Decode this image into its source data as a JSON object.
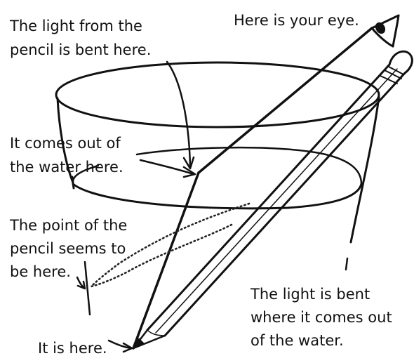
{
  "labels": {
    "eye": "Here is your eye.",
    "bent_line1": "The light from the",
    "bent_line2": "pencil is bent here.",
    "comes_out_line1": "It comes out of",
    "comes_out_line2": "the water here.",
    "seems_line1": "The point of the",
    "seems_line2": "pencil seems to",
    "seems_line3": "be here.",
    "actual": "It is here.",
    "explain_line1": "The light is bent",
    "explain_line2": "where it comes out",
    "explain_line3": "of the water."
  },
  "icons": {
    "eye": "eye-icon",
    "pencil": "pencil-icon",
    "glass": "glass-icon"
  },
  "colors": {
    "ink": "#111111",
    "background": "#ffffff"
  }
}
